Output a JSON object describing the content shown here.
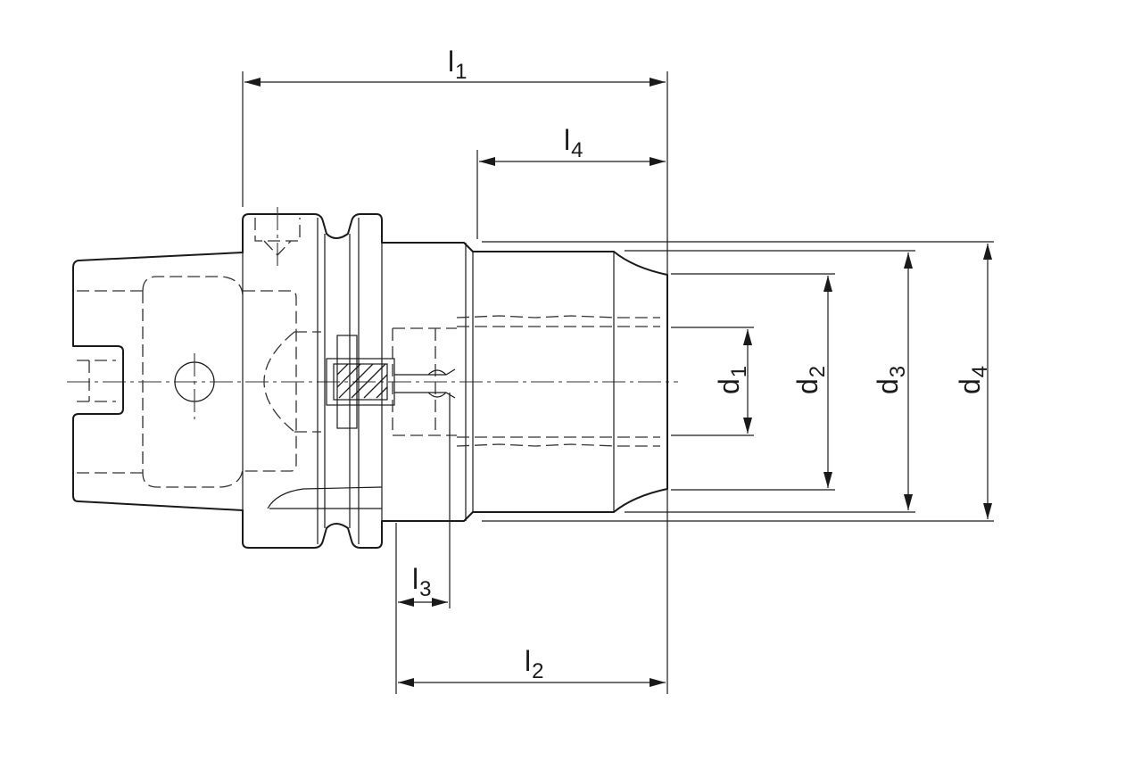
{
  "drawing": {
    "title": "Tool holder technical drawing with dimension callouts"
  },
  "dimensions": {
    "l1": {
      "main": "l",
      "sub": "1"
    },
    "l2": {
      "main": "l",
      "sub": "2"
    },
    "l3": {
      "main": "l",
      "sub": "3"
    },
    "l4": {
      "main": "l",
      "sub": "4"
    },
    "d1": {
      "main": "d",
      "sub": "1"
    },
    "d2": {
      "main": "d",
      "sub": "2"
    },
    "d3": {
      "main": "d",
      "sub": "3"
    },
    "d4": {
      "main": "d",
      "sub": "4"
    }
  },
  "colors": {
    "line": "#1a1a1a",
    "background": "#ffffff"
  }
}
